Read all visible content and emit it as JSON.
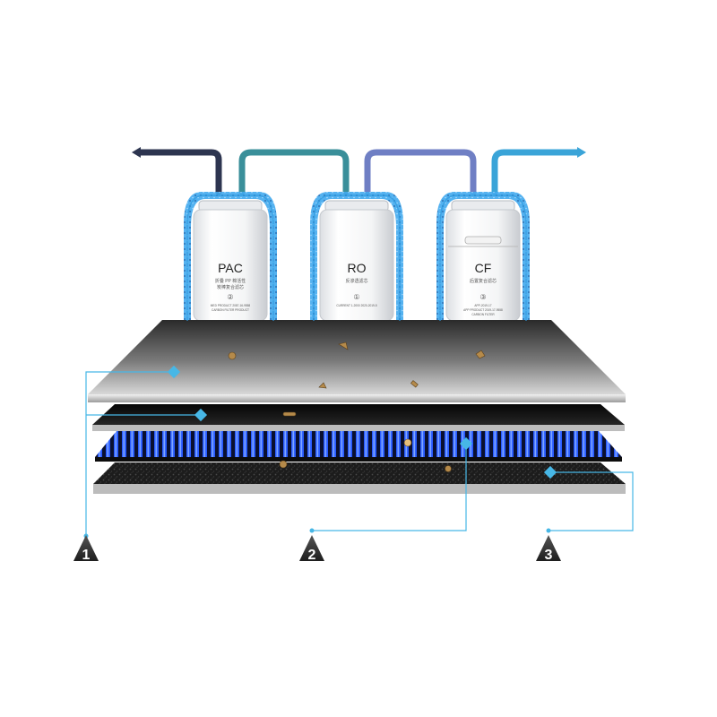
{
  "filters": [
    {
      "code": "PAC",
      "subtitle": "折叠 PP 棉活性",
      "subtitle2": "炭棒复合滤芯",
      "number": "②",
      "fine_print": [
        "MED PRODUCT 2087-16-9558",
        "CARBON FILTER PRODUCT"
      ]
    },
    {
      "code": "RO",
      "subtitle": "反渗透滤芯",
      "subtitle2": "",
      "number": "①",
      "fine_print": [
        "CURRENT 1-2000 2020-2019-5"
      ]
    },
    {
      "code": "CF",
      "subtitle": "后置复合滤芯",
      "subtitle2": "",
      "number": "③",
      "fine_print": [
        "APP-2019-17",
        "APP PRODUCT 2019-17-9558",
        "CARBON FILTER"
      ]
    }
  ],
  "callouts": [
    {
      "number": "1"
    },
    {
      "number": "2"
    },
    {
      "number": "3"
    }
  ],
  "colors": {
    "pipe_dark": "#2d3550",
    "pipe_teal": "#3a8f9a",
    "pipe_purple": "#6f7fc4",
    "pipe_blue": "#3aa4d8",
    "glow": "#36a6e8",
    "callout_line": "#47b7e6",
    "layer_blue": "#2550e0"
  }
}
